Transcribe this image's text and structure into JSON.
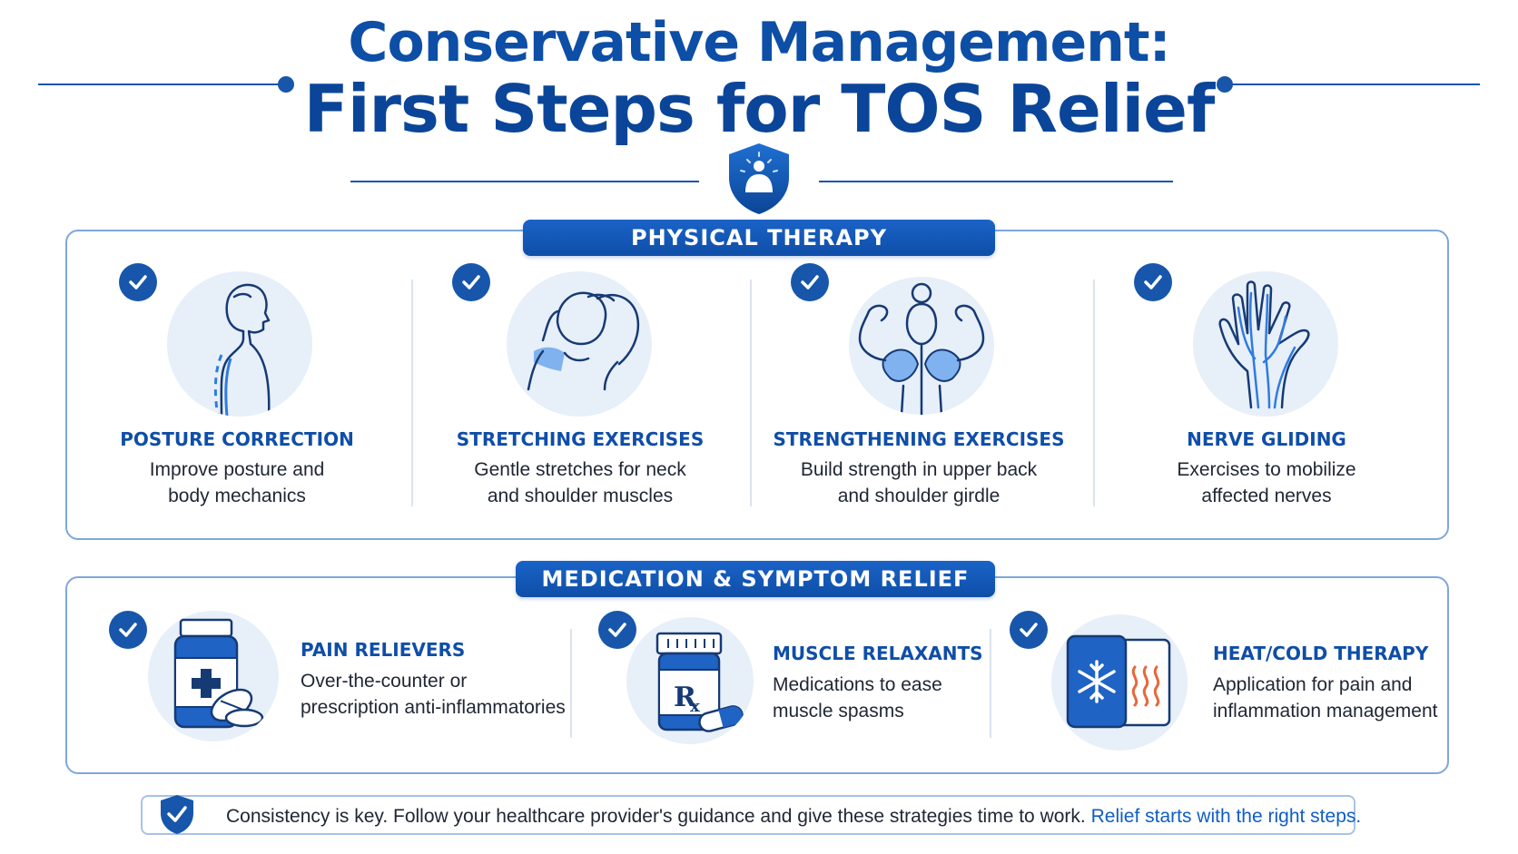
{
  "title": {
    "line1": "Conservative Management:",
    "line2": "First Steps for TOS Relief"
  },
  "colors": {
    "primary": "#0d4ea6",
    "accent": "#1a63c7",
    "icon_bg": "#e7eff9",
    "heat": "#e8673a"
  },
  "physical_therapy": {
    "heading": "PHYSICAL THERAPY",
    "items": [
      {
        "icon": "posture-icon",
        "title": "POSTURE CORRECTION",
        "desc_line1": "Improve posture and",
        "desc_line2": "body mechanics"
      },
      {
        "icon": "stretch-icon",
        "title": "STRETCHING EXERCISES",
        "desc_line1": "Gentle stretches for neck",
        "desc_line2": "and shoulder muscles"
      },
      {
        "icon": "strength-icon",
        "title": "STRENGTHENING EXERCISES",
        "desc_line1": "Build strength in upper back",
        "desc_line2": "and shoulder girdle"
      },
      {
        "icon": "hand-nerve-icon",
        "title": "NERVE GLIDING",
        "desc_line1": "Exercises to mobilize",
        "desc_line2": "affected nerves"
      }
    ]
  },
  "medication": {
    "heading": "MEDICATION & SYMPTOM RELIEF",
    "items": [
      {
        "icon": "pill-bottle-icon",
        "title": "PAIN RELIEVERS",
        "desc_line1": "Over-the-counter or",
        "desc_line2": "prescription anti-inflammatories"
      },
      {
        "icon": "rx-bottle-icon",
        "title": "MUSCLE RELAXANTS",
        "desc_line1": "Medications to ease",
        "desc_line2": "muscle spasms"
      },
      {
        "icon": "heat-cold-pack-icon",
        "title": "HEAT/COLD THERAPY",
        "desc_line1": "Application for pain and",
        "desc_line2": "inflammation management"
      }
    ]
  },
  "footer": {
    "text": "Consistency is key. Follow your healthcare provider's guidance and give these strategies time to work.",
    "highlight": "Relief starts with the right steps."
  }
}
